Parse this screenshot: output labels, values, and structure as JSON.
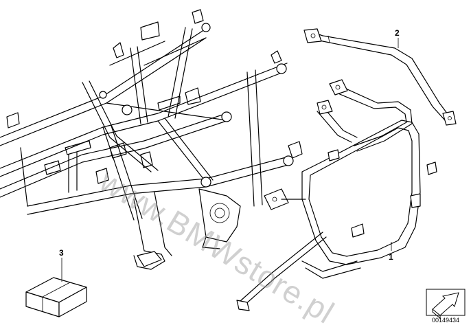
{
  "watermark": "www.BMWstore.pl",
  "callouts": {
    "frame_tube": "2",
    "pannier_frame": "1",
    "kit_box": "3"
  },
  "diagram_number": "00149434",
  "icons": {
    "direction": "arrow-icon"
  }
}
